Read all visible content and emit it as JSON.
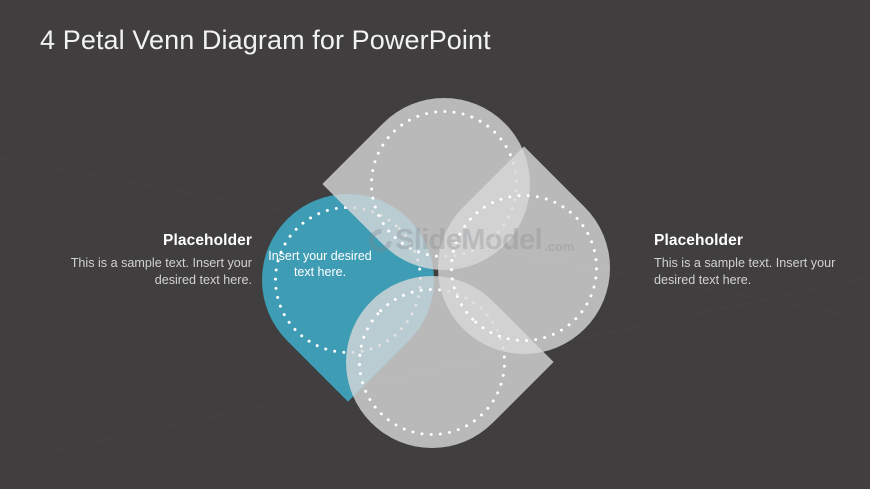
{
  "slide": {
    "title": "4 Petal Venn Diagram for PowerPoint",
    "background_color": "#403E3E"
  },
  "diagram": {
    "type": "4-petal-venn",
    "petals": [
      {
        "id": "left",
        "position": "left",
        "color": "#3E9CB4",
        "highlighted": true,
        "caption": "Insert your desired text here."
      },
      {
        "id": "top",
        "position": "top",
        "color": "#D8D8D8",
        "highlighted": false,
        "caption": ""
      },
      {
        "id": "right",
        "position": "right",
        "color": "#D8D8D8",
        "highlighted": false,
        "caption": ""
      },
      {
        "id": "bottom",
        "position": "bottom",
        "color": "#D8D8D8",
        "highlighted": false,
        "caption": ""
      }
    ]
  },
  "callouts": {
    "left": {
      "heading": "Placeholder",
      "body": "This is a sample text. Insert your desired text here."
    },
    "right": {
      "heading": "Placeholder",
      "body": "This is a sample text. Insert your desired text here."
    }
  },
  "watermark": {
    "brand": "SlideModel",
    "domain": ".com",
    "color": "#7D858C"
  }
}
